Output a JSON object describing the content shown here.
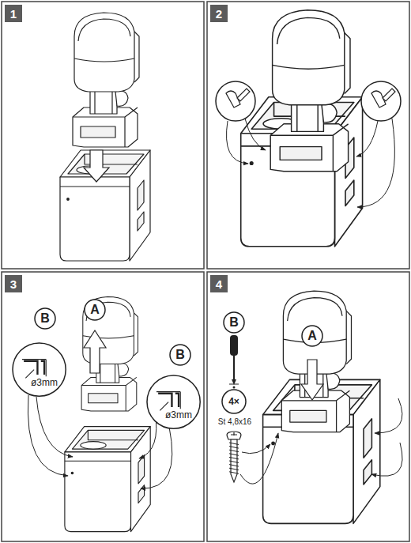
{
  "diagram": {
    "nodes": [
      {
        "text": [
          "1"
        ]
      },
      {
        "text": [
          "2"
        ]
      },
      {
        "text": [
          "3"
        ]
      },
      {
        "text": [
          "B"
        ]
      },
      {
        "text": [
          "ø3mm"
        ]
      },
      {
        "text": [
          "A"
        ]
      },
      {
        "text": [
          "B"
        ]
      },
      {
        "text": [
          "ø3mm"
        ]
      },
      {
        "text": [
          "4"
        ]
      },
      {
        "text": [
          "B"
        ]
      },
      {
        "text": [
          "A"
        ]
      },
      {
        "text": [
          "4×"
        ]
      }
    ],
    "labels": [
      "St 4,8x16"
    ]
  }
}
